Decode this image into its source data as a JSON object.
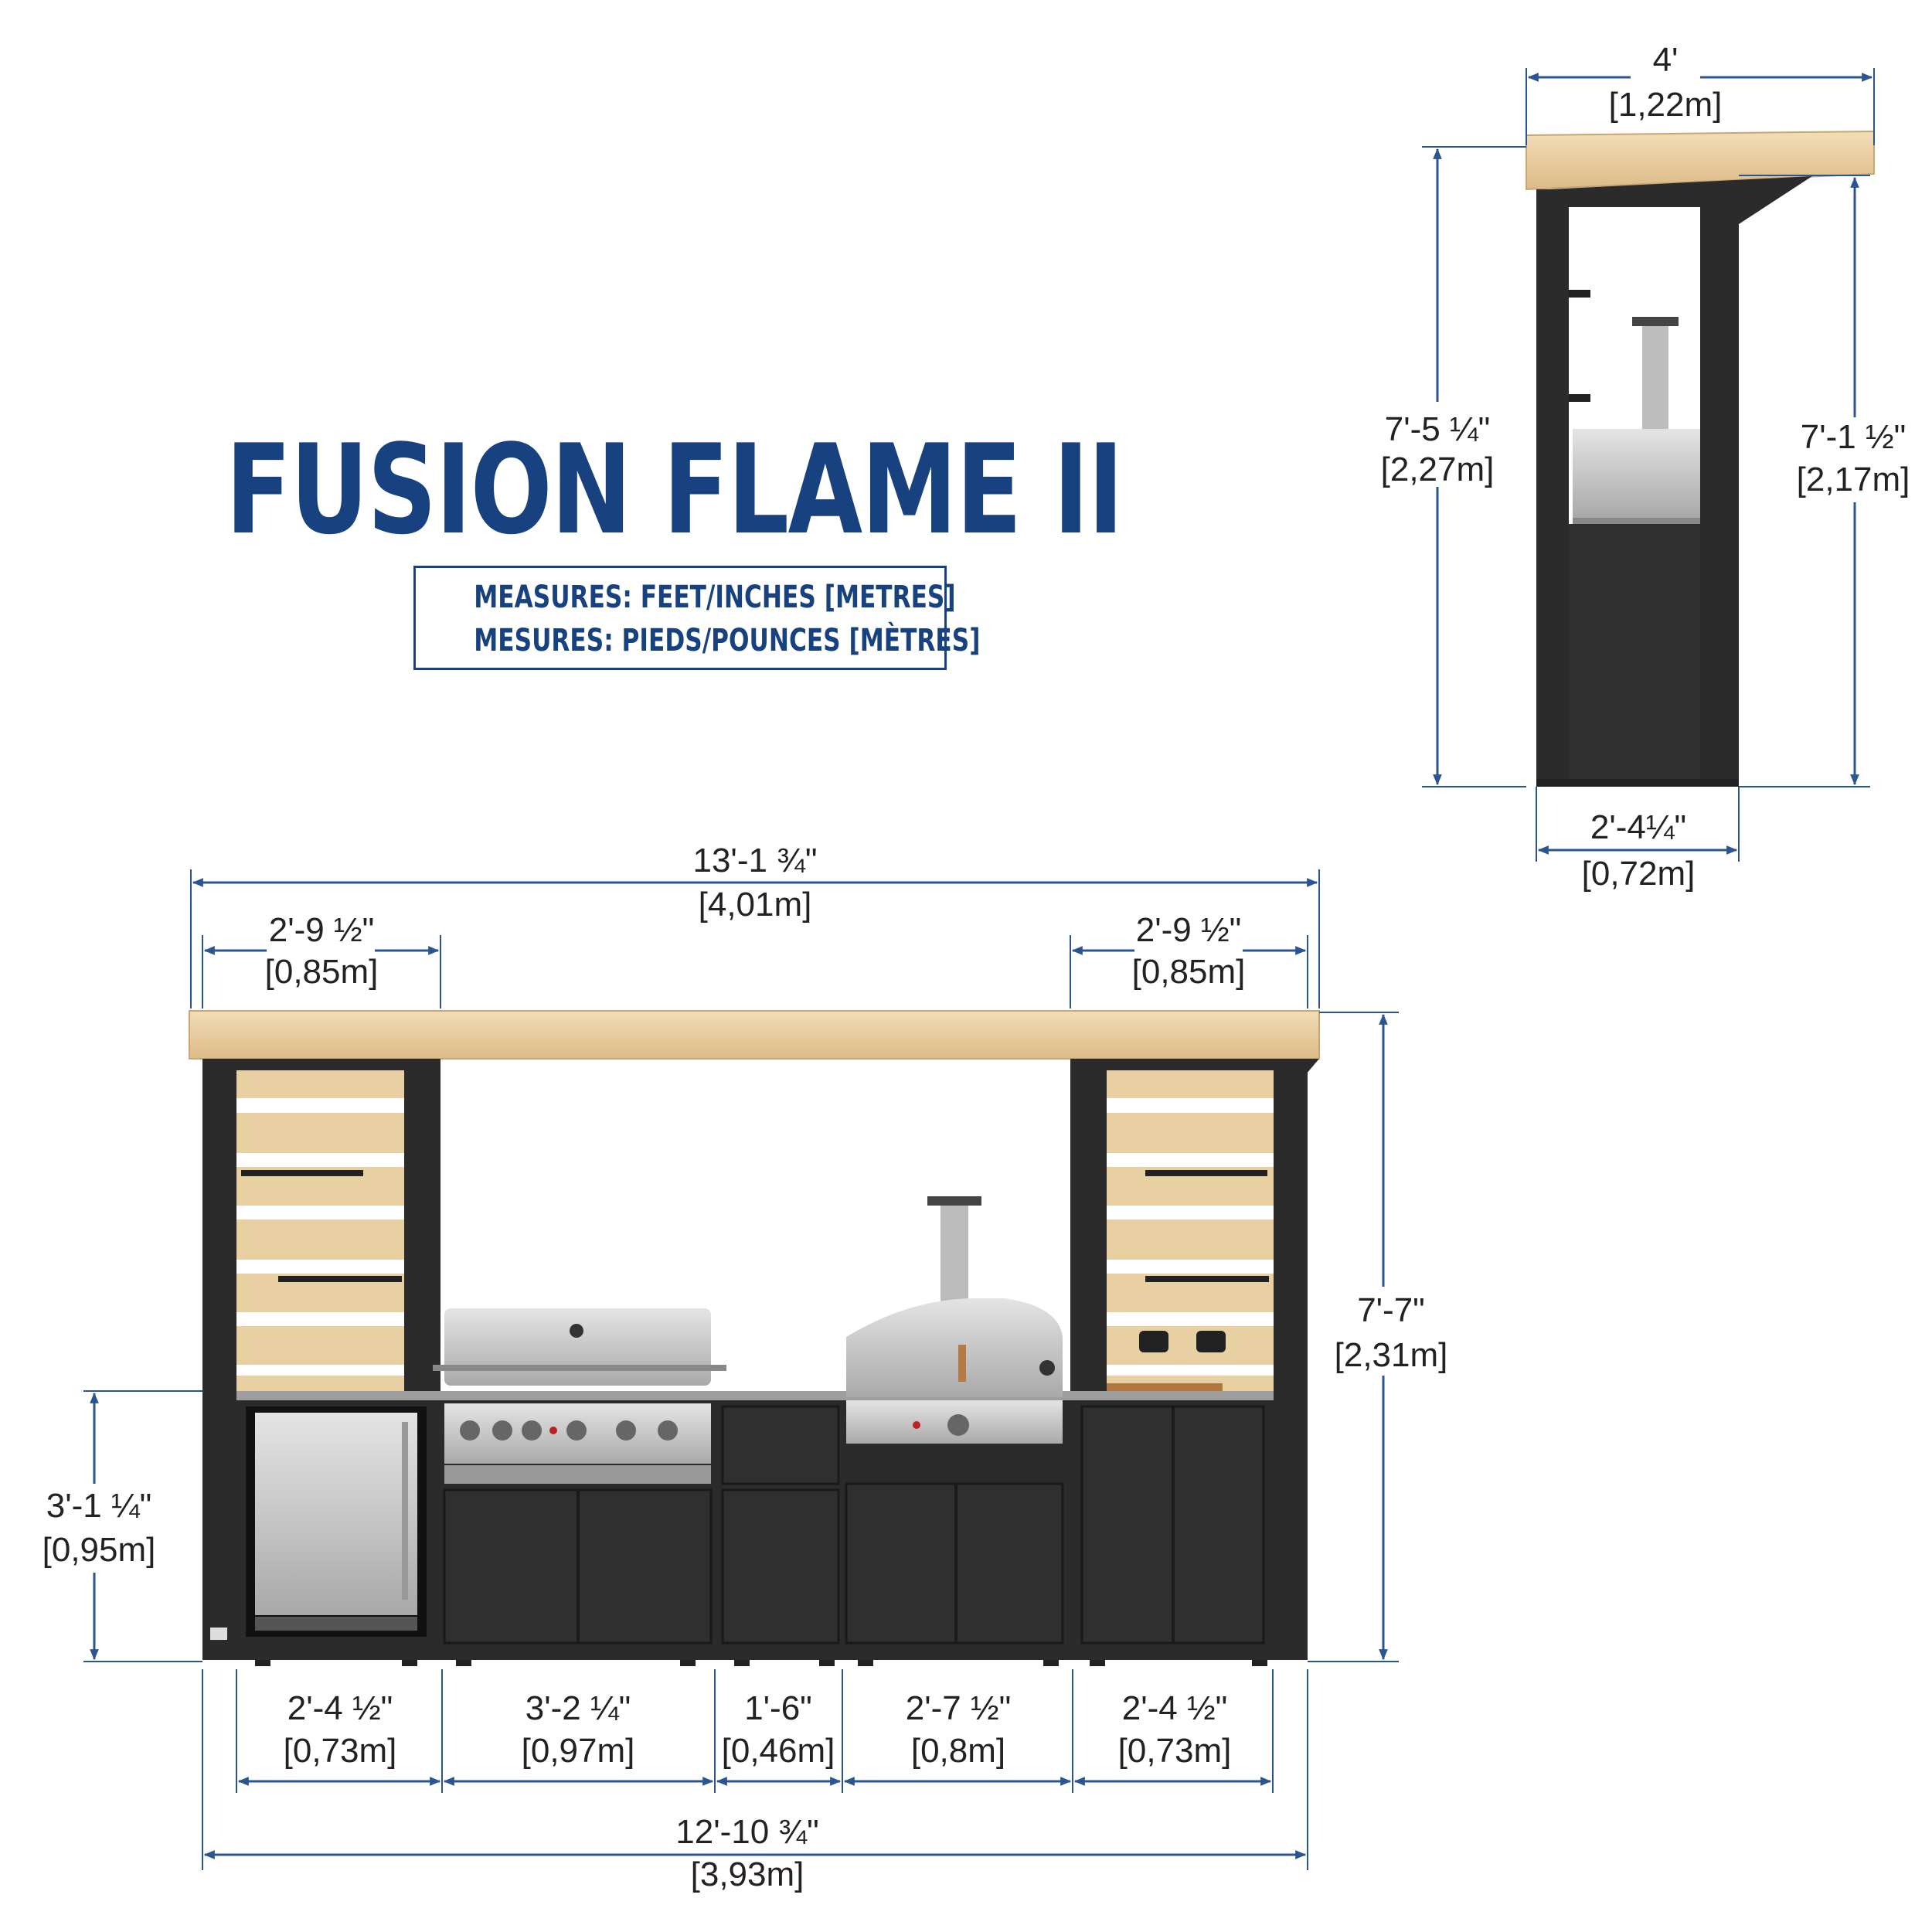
{
  "title": "FUSION FLAME II",
  "measures": {
    "line1": "MEASURES: FEET/INCHES [METRES]",
    "line2": "MESURES: PIEDS/POUNCES [MÈTRES]"
  },
  "colors": {
    "brand_blue": "#17427f",
    "dimension_line": "#2a5590",
    "frame": "#2b2b2b",
    "wood": "#ecd2a6",
    "steel": "#c9c9c9"
  },
  "front_view": {
    "overall_width": {
      "ft": "13'-1 ¾\"",
      "m": "[4,01m]"
    },
    "left_panel_width": {
      "ft": "2'-9 ½\"",
      "m": "[0,85m]"
    },
    "right_panel_width": {
      "ft": "2'-9 ½\"",
      "m": "[0,85m]"
    },
    "total_height": {
      "ft": "7'-7\"",
      "m": "[2,31m]"
    },
    "counter_height": {
      "ft": "3'-1 ¼\"",
      "m": "[0,95m]"
    },
    "modules": [
      {
        "name": "fridge",
        "ft": "2'-4 ½\"",
        "m": "[0,73m]"
      },
      {
        "name": "grill",
        "ft": "3'-2 ¼\"",
        "m": "[0,97m]"
      },
      {
        "name": "drawer",
        "ft": "1'-6\"",
        "m": "[0,46m]"
      },
      {
        "name": "pizza-oven",
        "ft": "2'-7 ½\"",
        "m": "[0,8m]"
      },
      {
        "name": "cabinet",
        "ft": "2'-4 ½\"",
        "m": "[0,73m]"
      }
    ],
    "base_width": {
      "ft": "12'-10 ¾\"",
      "m": "[3,93m]"
    }
  },
  "side_view": {
    "roof_depth": {
      "ft": "4'",
      "m": "[1,22m]"
    },
    "total_height": {
      "ft": "7'-5 ¼\"",
      "m": "[2,27m]"
    },
    "post_height": {
      "ft": "7'-1 ½\"",
      "m": "[2,17m]"
    },
    "base_depth": {
      "ft": "2'-4¼\"",
      "m": "[0,72m]"
    }
  }
}
